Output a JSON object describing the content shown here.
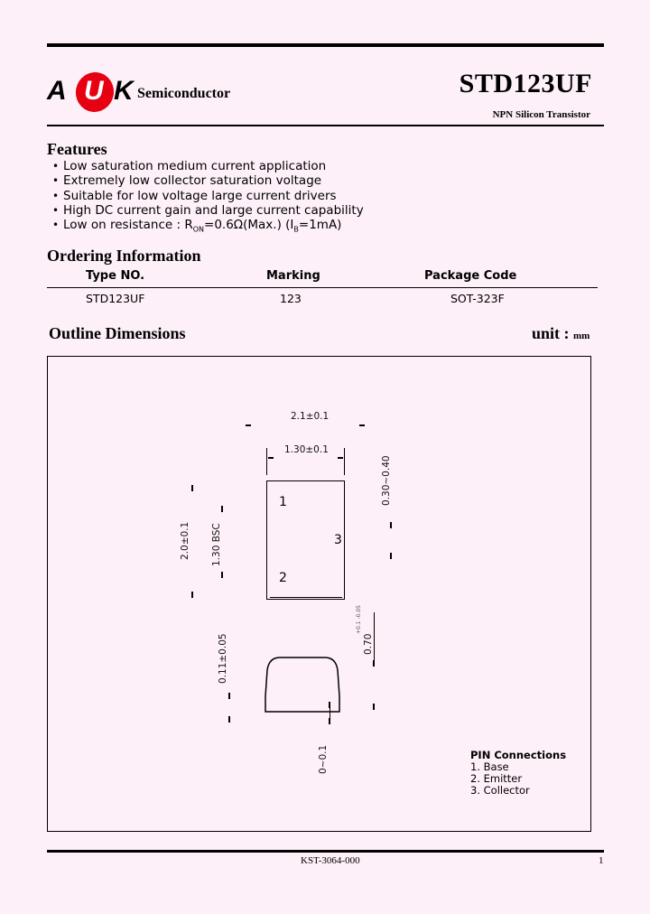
{
  "header": {
    "logo": {
      "letters": [
        "A",
        "U",
        "K"
      ],
      "brand_color": "#e60012",
      "text": "Semiconductor"
    },
    "part_number": "STD123UF",
    "subtitle": "NPN Silicon Transistor"
  },
  "features": {
    "title": "Features",
    "items": [
      "Low saturation medium current application",
      "Extremely low collector saturation voltage",
      "Suitable for low voltage large current drivers",
      "High DC current gain and large current capability"
    ],
    "resistance": {
      "prefix": "Low on resistance : R",
      "sub1": "ON",
      "mid": "=0.6Ω(Max.) (I",
      "sub2": "B",
      "suffix": "=1mA)"
    }
  },
  "ordering": {
    "title": "Ordering Information",
    "columns": [
      "Type NO.",
      "Marking",
      "Package Code"
    ],
    "rows": [
      [
        "STD123UF",
        "123",
        "SOT-323F"
      ]
    ]
  },
  "outline": {
    "title": "Outline Dimensions",
    "unit_label": "unit :",
    "unit": "mm",
    "dimensions": {
      "total_width": "2.1±0.1",
      "body_width": "1.30±0.1",
      "lead_length": "0.30~0.40",
      "total_height": "2.0±0.1",
      "pin_pitch": "1.30 BSC",
      "lead_thickness": "0.11±0.05",
      "body_height": "0.70",
      "body_height_tol": "+0.1 -0.05",
      "standoff": "0~0.1"
    },
    "pins_on_drawing": [
      "1",
      "2",
      "3"
    ],
    "pin_connections": {
      "title": "PIN Connections",
      "items": [
        "1. Base",
        "2. Emitter",
        "3. Collector"
      ]
    }
  },
  "footer": {
    "doc_number": "KST-3064-000",
    "page": "1"
  }
}
